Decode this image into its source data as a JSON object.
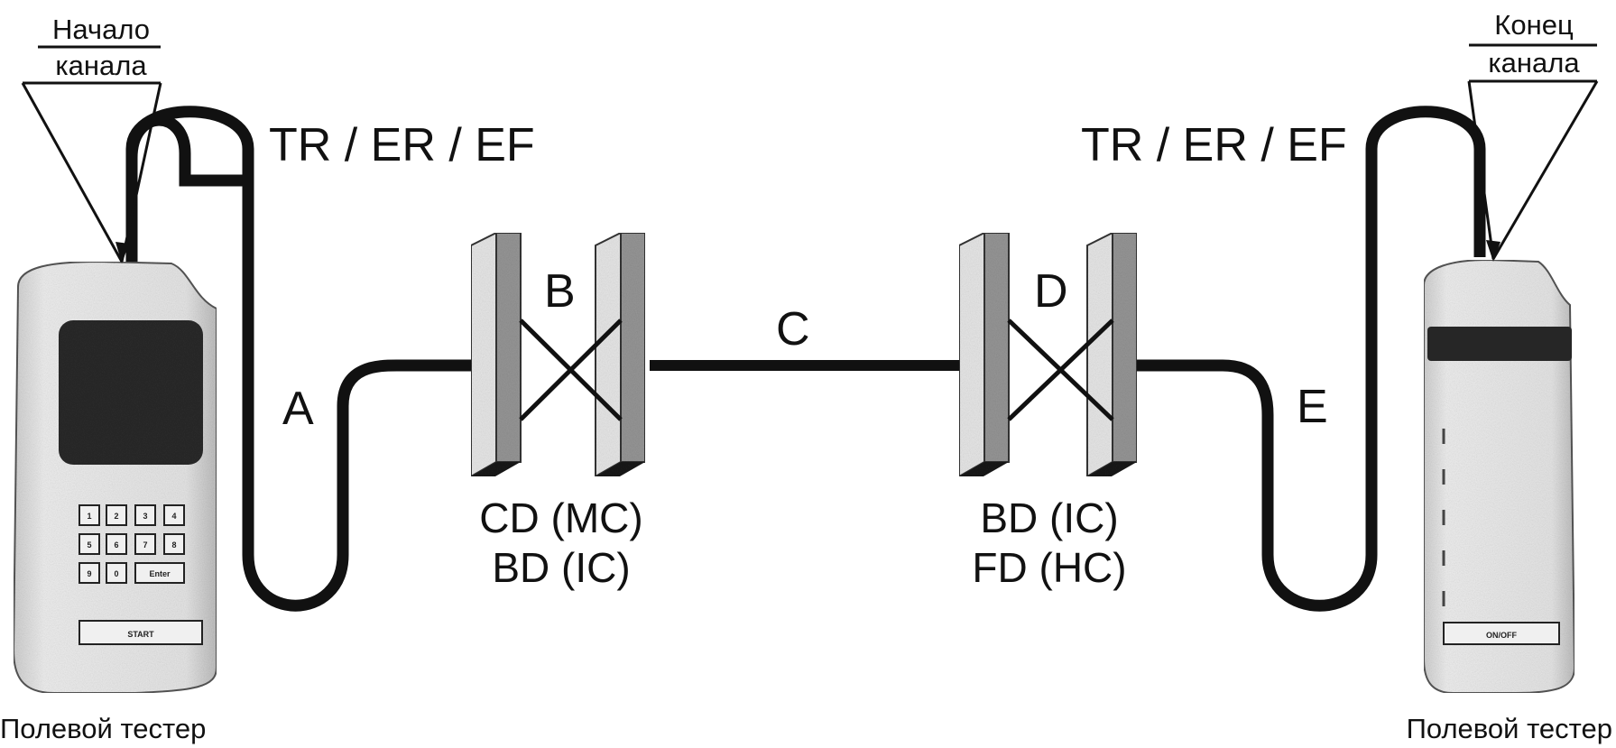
{
  "labels": {
    "start_caption_line1": "Начало",
    "start_caption_line2": "канала",
    "end_caption_line1": "Конец",
    "end_caption_line2": "канала",
    "left_cable_type": "TR / ER / EF",
    "right_cable_type": "TR / ER / EF",
    "segment_a": "A",
    "segment_b": "B",
    "segment_c": "C",
    "segment_d": "D",
    "segment_e": "E",
    "left_panel_line1": "CD (MC)",
    "left_panel_line2": "BD (IC)",
    "right_panel_line1": "BD (IC)",
    "right_panel_line2": "FD (HC)",
    "left_tester_caption": "Полевой тестер",
    "right_tester_caption": "Полевой тестер"
  },
  "left_tester": {
    "keys": [
      "1",
      "2",
      "3",
      "4",
      "5",
      "6",
      "7",
      "8",
      "9",
      "0",
      "Enter"
    ],
    "start_button": "START"
  },
  "right_tester": {
    "power_button": "ON/OFF"
  },
  "colors": {
    "line": "#111111",
    "panel_front": "#9a9a9a",
    "panel_side": "#e2e2e2",
    "tester_body": "#e6e6e6",
    "screen": "#2a2a2a"
  }
}
